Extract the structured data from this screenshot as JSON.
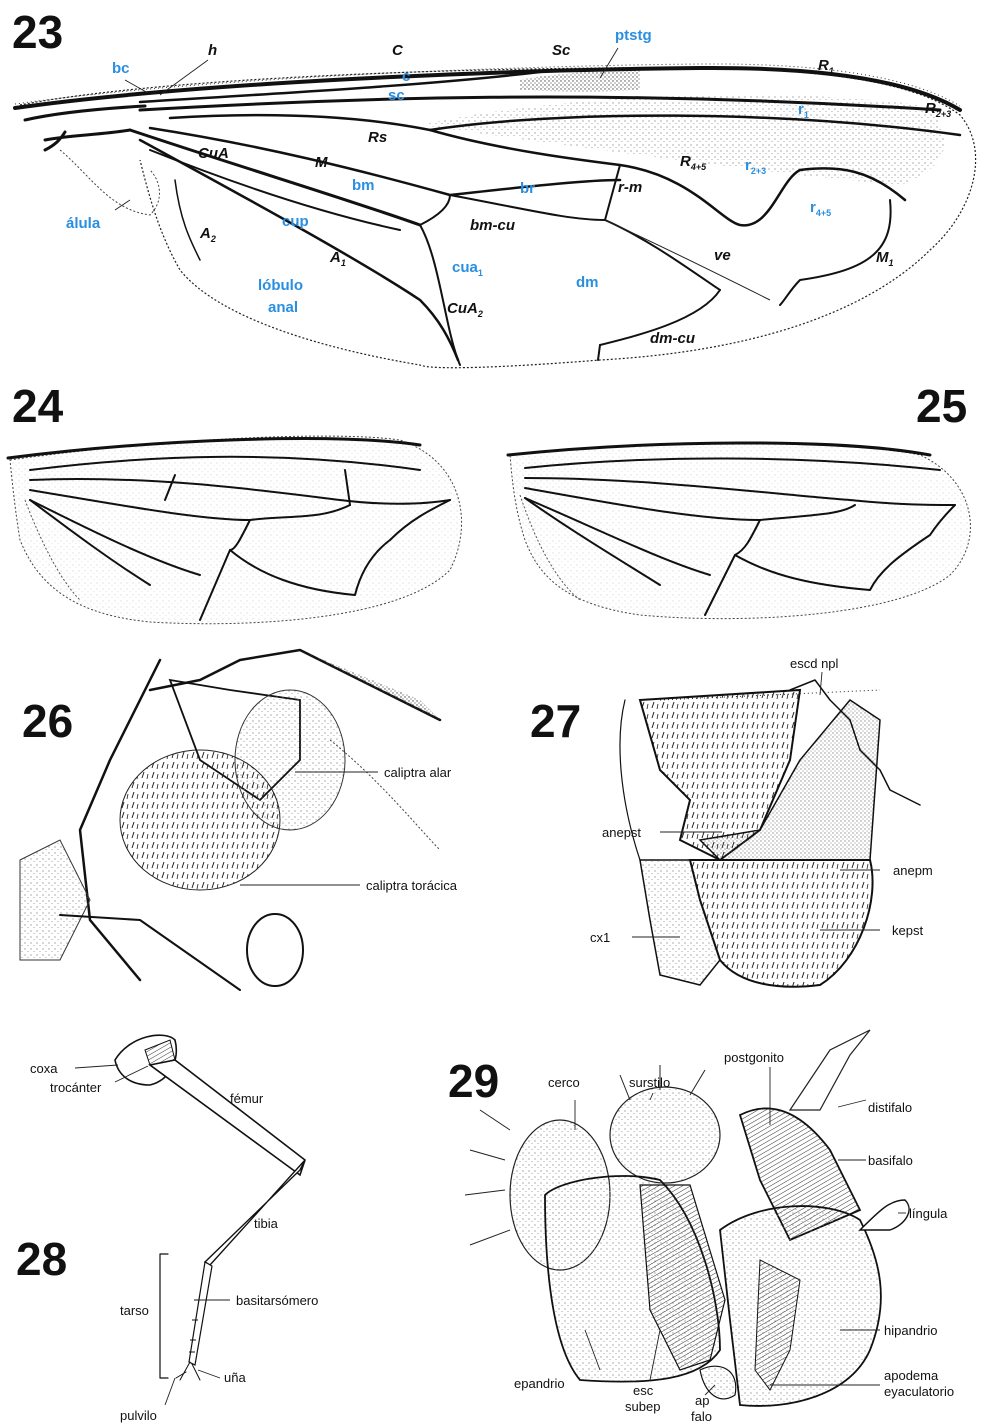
{
  "figures": {
    "f23": {
      "number": "23",
      "labels_black": {
        "h": "h",
        "C": "C",
        "Sc": "Sc",
        "R1": "R",
        "R1_sub": "1",
        "R23": "R",
        "R23_sub": "2+3",
        "Rs": "Rs",
        "CuA": "CuA",
        "M": "M",
        "R45": "R",
        "R45_sub": "4+5",
        "rm": "r-m",
        "bmcu": "bm-cu",
        "A2": "A",
        "A2_sub": "2",
        "A1": "A",
        "A1_sub": "1",
        "CuA2": "CuA",
        "CuA2_sub": "2",
        "ve": "ve",
        "M1": "M",
        "M1_sub": "1",
        "dmcu": "dm-cu"
      },
      "labels_blue": {
        "bc": "bc",
        "ptstg": "ptstg",
        "c": "c",
        "sc": "sc",
        "r1": "r",
        "r1_sub": "1",
        "r23": "r",
        "r23_sub": "2+3",
        "bm": "bm",
        "br": "br",
        "r45": "r",
        "r45_sub": "4+5",
        "alula": "álula",
        "cup": "cup",
        "cua1": "cua",
        "cua1_sub": "1",
        "dm": "dm",
        "lobulo": "lóbulo",
        "anal": "anal"
      }
    },
    "f24": {
      "number": "24"
    },
    "f25": {
      "number": "25"
    },
    "f26": {
      "number": "26",
      "labels": {
        "caliptra_alar": "caliptra alar",
        "caliptra_toracica": "caliptra torácica"
      }
    },
    "f27": {
      "number": "27",
      "labels": {
        "escd_npl": "escd npl",
        "anepst": "anepst",
        "anepm": "anepm",
        "cx1": "cx1",
        "kepst": "kepst"
      }
    },
    "f28": {
      "number": "28",
      "labels": {
        "coxa": "coxa",
        "trocanter": "trocánter",
        "femur": "fémur",
        "tibia": "tibia",
        "tarso": "tarso",
        "basitarsomero": "basitarsómero",
        "una": "uña",
        "pulvilo": "pulvilo"
      }
    },
    "f29": {
      "number": "29",
      "labels": {
        "cerco": "cerco",
        "surstilo": "surstilo",
        "postgonito": "postgonito",
        "distifalo": "distifalo",
        "basifalo": "basifalo",
        "lingula": "língula",
        "hipandrio": "hipandrio",
        "apodema": "apodema",
        "eyaculatorio": "eyaculatorio",
        "epandrio": "epandrio",
        "esc": "esc",
        "subep": "subep",
        "ap": "ap",
        "falo": "falo"
      }
    }
  },
  "colors": {
    "label_blue": "#2a8fe0",
    "ink": "#111111",
    "stipple": "#9a9a9a"
  }
}
